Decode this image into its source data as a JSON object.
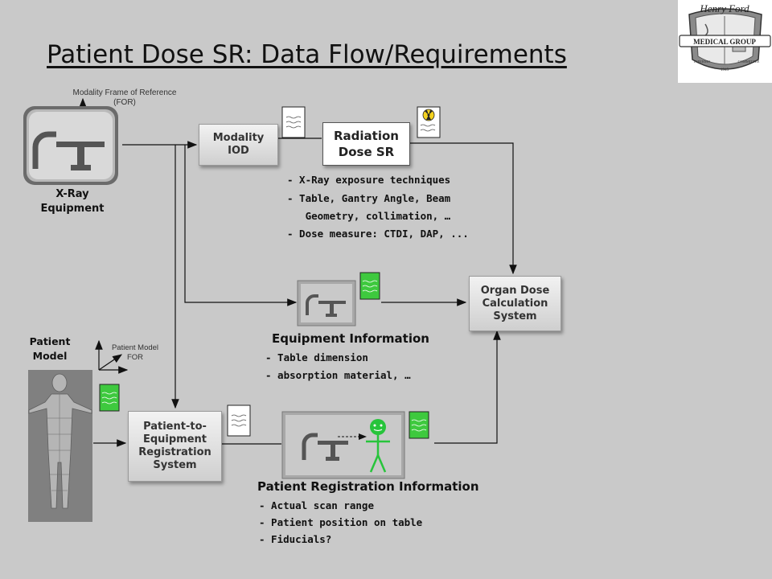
{
  "title": "Patient Dose SR: Data Flow/Requirements",
  "labels": {
    "modality_for": "Modality Frame of Reference\n(FOR)",
    "xray_equipment": "X-Ray\nEquipment",
    "modality_iod": "Modality\nIOD",
    "radiation_dose_sr": "Radiation\nDose SR",
    "organ_dose": "Organ Dose\nCalculation\nSystem",
    "patient_model": "Patient\nModel",
    "patient_model_for": "Patient Model\nFOR",
    "registration_system": "Patient-to-\nEquipment\nRegistration\nSystem",
    "equipment_information": "Equipment Information",
    "patient_registration_information": "Patient Registration Information"
  },
  "dose_sr_items": [
    "- X-Ray exposure techniques",
    "- Table, Gantry Angle, Beam",
    "   Geometry, collimation, …",
    "- Dose measure: CTDI, DAP, ..."
  ],
  "equipment_items": [
    "- Table dimension",
    "- absorption material, …"
  ],
  "registration_items": [
    "- Actual scan range",
    "- Patient position on table",
    "- Fiducials?"
  ],
  "logo": {
    "top_text": "Henry Ford",
    "banner_text": "MEDICAL GROUP",
    "left_text": "INFERMO",
    "right_text": "COMMITTEE",
    "year_text": "1915"
  },
  "colors": {
    "background": "#c9c9c9",
    "doc_green": "#3ec93e",
    "stickman": "#27c43b",
    "hazard_yellow": "#f4d21e"
  }
}
